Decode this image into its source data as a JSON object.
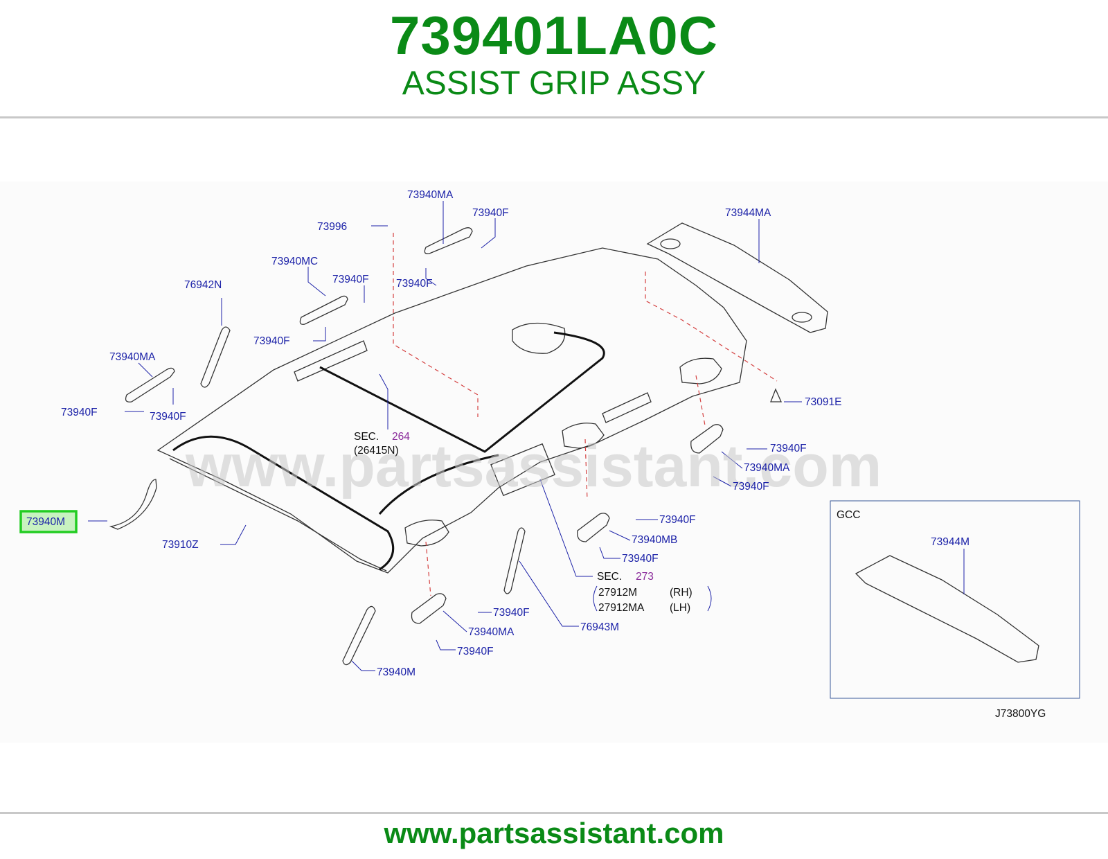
{
  "header": {
    "part_number": "739401LA0C",
    "part_name": "ASSIST GRIP ASSY"
  },
  "footer": {
    "website": "www.partsassistant.com"
  },
  "watermark": "www.partsassistant.com",
  "highlight": {
    "label": "73940M",
    "color": "#22cc22"
  },
  "diagram_code": "J73800YG",
  "inset": {
    "title": "GCC",
    "callout": "73944M"
  },
  "sections": {
    "sec264": {
      "label": "SEC.",
      "num": "264",
      "sub": "(26415N)"
    },
    "sec273": {
      "label": "SEC.",
      "num": "273",
      "rows": [
        {
          "part": "27912M",
          "side": "(RH)"
        },
        {
          "part": "27912MA",
          "side": "(LH)"
        }
      ]
    }
  },
  "callouts": [
    "73940MA",
    "73940F",
    "73996",
    "73944MA",
    "73940MC",
    "73940F",
    "73940F",
    "76942N",
    "73940F",
    "73940MA",
    "73940F",
    "73940F",
    "73091E",
    "73940F",
    "73940MA",
    "73940F",
    "73910Z",
    "73940F",
    "73940MB",
    "73940F",
    "73940F",
    "73940MA",
    "73940F",
    "76943M",
    "73940M"
  ],
  "colors": {
    "brand": "#0a8a16",
    "callout": "#1c22a8",
    "section_number": "#8a2a9a",
    "leader": "#d44040"
  }
}
